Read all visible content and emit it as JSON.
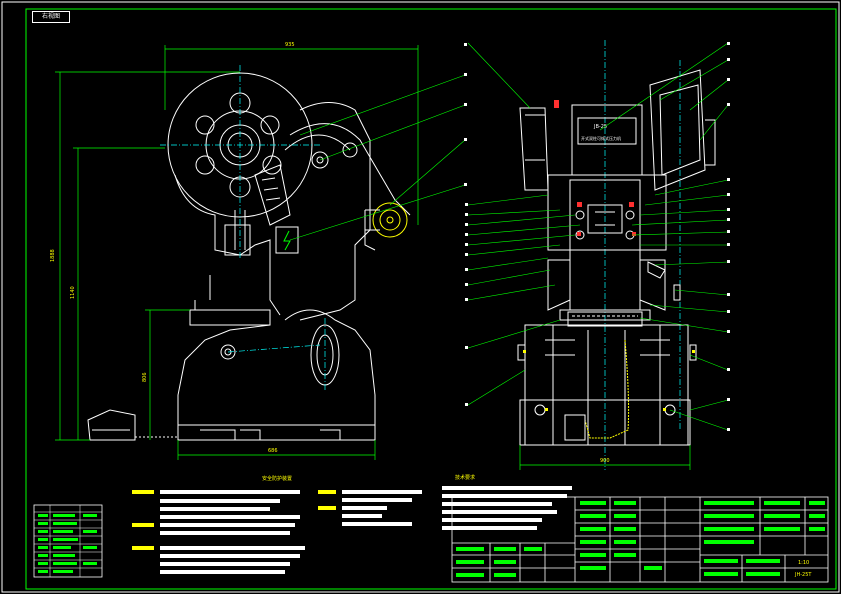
{
  "drawing": {
    "tag": "右视图",
    "view_title_left": "安全防护装置",
    "view_title_notes": "技术要求",
    "drawing_code": "JH-25T",
    "sheet": "1:10"
  },
  "colors": {
    "background": "#000000",
    "outline": "#ffffff",
    "dimension": "#00ff00",
    "centerline": "#00ffff",
    "leader": "#00ff00",
    "accent_red": "#ff3030",
    "accent_yellow": "#ffff00"
  },
  "dimensions": {
    "top_width": "935",
    "height_total": "1888",
    "height_mid": "1140",
    "height_low": "806",
    "base_width": "686",
    "right_base_width": "900"
  },
  "nameplate": {
    "line1": "JB-25",
    "line2": "开式双柱可倾式压力机"
  }
}
